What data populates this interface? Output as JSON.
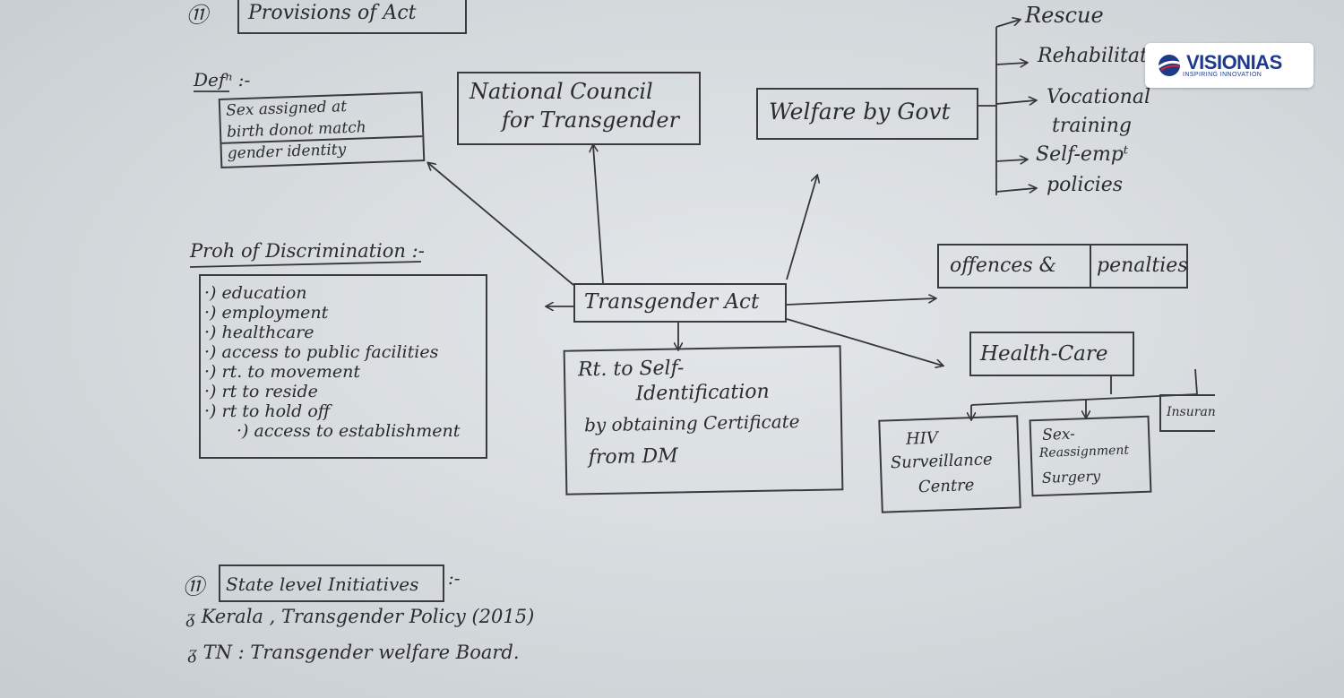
{
  "header": {
    "number": "⑪",
    "title": "Provisions of Act"
  },
  "definition": {
    "heading": "Defⁿ :-",
    "lines": [
      "Sex assigned at",
      "birth donot match",
      "gender identity"
    ]
  },
  "council": {
    "lines": [
      "National Council",
      "for Transgender"
    ]
  },
  "welfare": {
    "label": "Welfare by Govt",
    "items": [
      "Rescue",
      "Rehabilitatⁿ",
      "Vocational",
      "training",
      "Self-empᵗ",
      "policies"
    ]
  },
  "discrimination": {
    "heading": "Proh of Discrimination :-",
    "items": [
      "·) education",
      "·) employment",
      "·) healthcare",
      "·) access to public facilities",
      "·) rt. to movement",
      "·) rt to reside",
      "·) rt to hold off",
      "·) access to establishment"
    ]
  },
  "center": {
    "label": "Transgender Act"
  },
  "self_id": {
    "lines": [
      "Rt. to Self-",
      "Identification",
      "by obtaining Certificate",
      "from DM"
    ]
  },
  "offences": {
    "left": "offences &",
    "right": "penalties"
  },
  "healthcare": {
    "label": "Health-Care",
    "children": [
      {
        "lines": [
          "HIV",
          "Surveillance",
          "Centre"
        ]
      },
      {
        "lines": [
          "Sex-",
          "Reassignment",
          "Surgery"
        ]
      },
      {
        "lines": [
          "Insuran"
        ]
      }
    ]
  },
  "state": {
    "number": "⑪",
    "heading": "State level Initiatives",
    "heading_suffix": ":-",
    "lines": [
      "Kerala , Transgender Policy (2015)",
      "TN : Transgender welfare Board."
    ]
  },
  "logo": {
    "text": "VISIONIAS",
    "tagline": "INSPIRING INNOVATION",
    "brand_color": "#1f3a8a",
    "accent_color": "#d62828"
  }
}
